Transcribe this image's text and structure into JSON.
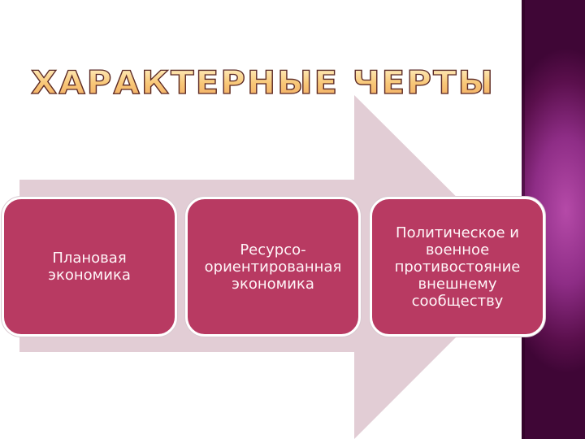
{
  "slide": {
    "title": "ХАРАКТЕРНЫЕ ЧЕРТЫ",
    "colors": {
      "arrow": "#e2cdd5",
      "box_fill": "#b83a62",
      "box_border": "#ffffff",
      "title_fill": "#f8c777",
      "title_outline": "#5a2a2a",
      "side_band": "#8e2d86"
    },
    "boxes": [
      {
        "label": "Плановая\nэкономика"
      },
      {
        "label": "Ресурсо-\nориентированная\nэкономика"
      },
      {
        "label": "Политическое и\nвоенное\nпротивостояние\nвнешнему\nсообществу"
      }
    ]
  }
}
